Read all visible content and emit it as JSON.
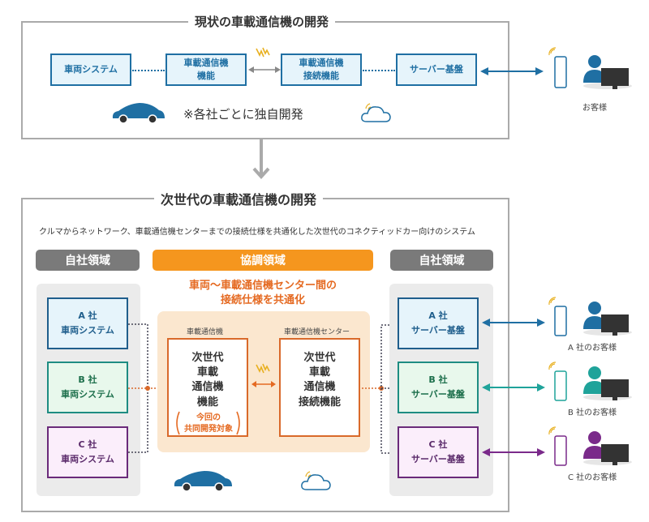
{
  "current": {
    "title": "現状の車載通信機の開発",
    "boxes": [
      {
        "label": "車両システム"
      },
      {
        "label": "車載通信機\n機能"
      },
      {
        "label": "車載通信機\n接続機能"
      },
      {
        "label": "サーバー基盤"
      }
    ],
    "note": "※各社ごとに独自開発",
    "customer_label": "お客様"
  },
  "next": {
    "title": "次世代の車載通信機の開発",
    "subtitle": "クルマからネットワーク、車載通信機センターまでの接続仕様を共通化した次世代のコネクティッドカー向けのシステム",
    "pills": {
      "left": "自社領域",
      "center": "協調領域",
      "right": "自社領域"
    },
    "center_heading": "車両〜車載通信機センター間の\n接続仕様を共通化",
    "left_caption": "車載通信機",
    "right_caption": "車載通信機センター",
    "left_box_text": "次世代\n車載\n通信機\n機能",
    "joint_note": "今回の\n共同開発対象",
    "right_box_text": "次世代\n車載\n通信機\n接続機能",
    "vehicle_systems": [
      {
        "label": "A 社\n車両システム"
      },
      {
        "label": "B 社\n車両システム"
      },
      {
        "label": "C 社\n車両システム"
      }
    ],
    "server_systems": [
      {
        "label": "A 社\nサーバー基盤"
      },
      {
        "label": "B 社\nサーバー基盤"
      },
      {
        "label": "C 社\nサーバー基盤"
      }
    ],
    "customers": [
      {
        "label": "A 社のお客様",
        "color": "#1f6fa3"
      },
      {
        "label": "B 社のお客様",
        "color": "#1fa39a"
      },
      {
        "label": "C 社のお客様",
        "color": "#7a2a8a"
      }
    ]
  },
  "colors": {
    "blue": "#1f6fa3",
    "orange": "#f5961e",
    "accent_orange": "#e56a22",
    "gray": "#7a7a7a"
  }
}
